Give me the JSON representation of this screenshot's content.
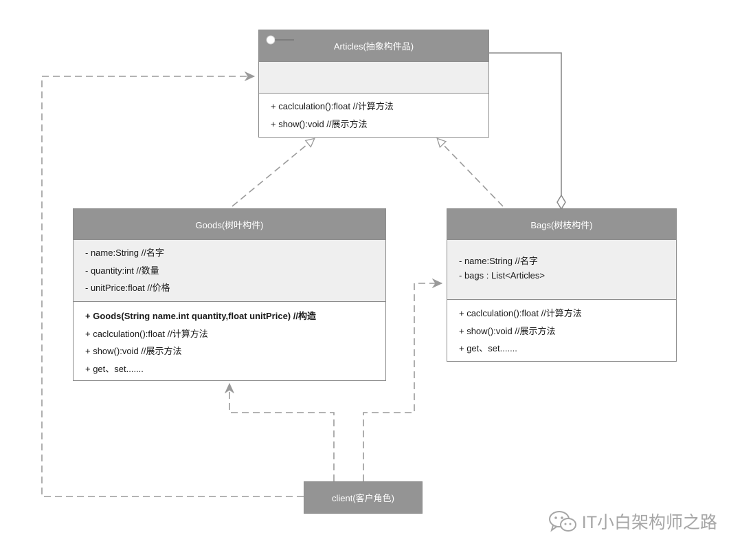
{
  "articles": {
    "title": "Articles(抽象构件品)",
    "operations": [
      "+ caclculation():float //计算方法",
      "+ show():void //展示方法"
    ]
  },
  "goods": {
    "title": "Goods(树叶构件)",
    "attributes": [
      "- name:String //名字",
      "- quantity:int //数量",
      "- unitPrice:float //价格"
    ],
    "operations": [
      "+ Goods(String name.int quantity,float unitPrice) //构造",
      "+ caclculation():float //计算方法",
      "+ show():void //展示方法",
      "+ get、set......."
    ]
  },
  "bags": {
    "title": "Bags(树枝构件)",
    "attributes": [
      "- name:String //名字",
      "- bags : List<Articles>"
    ],
    "operations": [
      "+ caclculation():float //计算方法",
      "+ show():void //展示方法",
      "+ get、set......."
    ]
  },
  "client": {
    "label": "client(客户角色)"
  },
  "watermark": {
    "text": "IT小白架构师之路",
    "icon": "wechat-icon"
  },
  "colors": {
    "header": "#949494",
    "attr_bg": "#efefef",
    "line": "#9a9a9a",
    "border": "#8c8c8c"
  }
}
